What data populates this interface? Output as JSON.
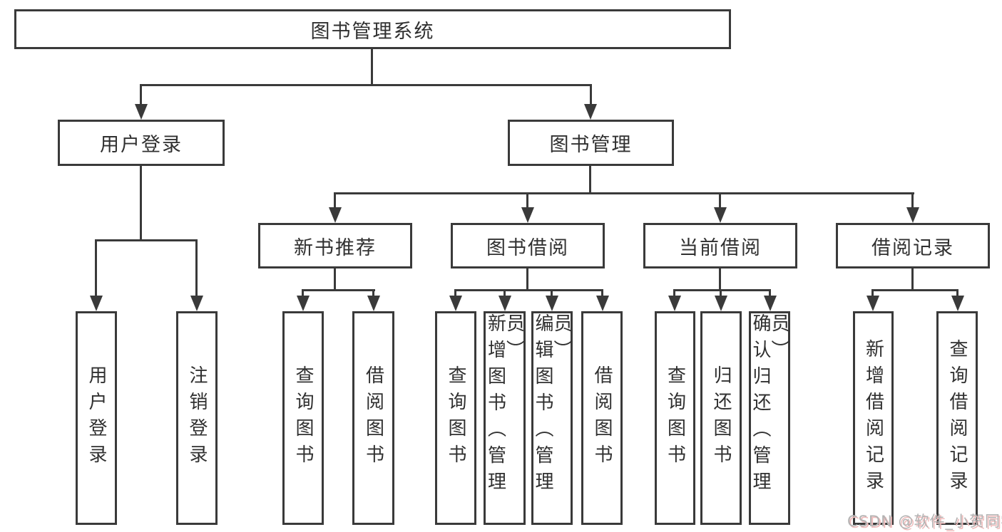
{
  "diagram": {
    "title": "图书管理系统",
    "type": "hierarchy-tree"
  },
  "tree": {
    "root": {
      "label": "图书管理系统",
      "children": [
        {
          "label": "用户登录",
          "children": [
            {
              "label": "用户登录"
            },
            {
              "label": "注销登录"
            }
          ]
        },
        {
          "label": "图书管理",
          "children": [
            {
              "label": "新书推荐",
              "children": [
                {
                  "label": "查询图书"
                },
                {
                  "label": "借阅图书"
                }
              ]
            },
            {
              "label": "图书借阅",
              "children": [
                {
                  "label": "查询图书"
                },
                {
                  "label": "新增图书（管理员）"
                },
                {
                  "label": "编辑图书（管理员）"
                },
                {
                  "label": "借阅图书"
                }
              ]
            },
            {
              "label": "当前借阅",
              "children": [
                {
                  "label": "查询图书"
                },
                {
                  "label": "归还图书"
                },
                {
                  "label": "确认归还（管理员）"
                }
              ]
            },
            {
              "label": "借阅记录",
              "children": [
                {
                  "label": "新增借阅记录"
                },
                {
                  "label": "查询借阅记录"
                }
              ]
            }
          ]
        }
      ]
    }
  },
  "watermark": "CSDN @软件_小贺同学",
  "colors": {
    "line": "#3a3a3a",
    "text": "#303030",
    "background": "#ffffff",
    "watermark_gray": "#b3b3b3",
    "watermark_pink": "#f0bcbc"
  }
}
